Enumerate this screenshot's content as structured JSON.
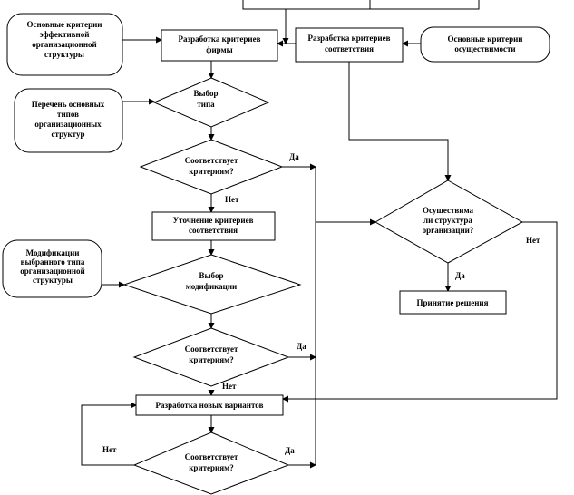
{
  "nodes": {
    "crit_effective": [
      "Основные критерии",
      "эффективной",
      "организационной",
      "структуры"
    ],
    "dev_firm": [
      "Разработка критериев",
      "фирмы"
    ],
    "dev_match": [
      "Разработка критериев",
      "соответствия"
    ],
    "crit_feasibility": [
      "Основные критерии",
      "осуществимости"
    ],
    "list_types": [
      "Перечень основных",
      "типов",
      "организационных",
      "структур"
    ],
    "choose_type": [
      "Выбор",
      "типа"
    ],
    "match_1": [
      "Соответствует",
      "критериям?"
    ],
    "yes_1": "Да",
    "no_1": "Нет",
    "refine": [
      "Уточнение критериев",
      "соответствия"
    ],
    "modif": [
      "Модификации",
      "выбранного типа",
      "организационной",
      "структуры"
    ],
    "choose_modif": [
      "Выбор",
      "модификации"
    ],
    "match_2": [
      "Соответствует",
      "критериям?"
    ],
    "yes_2": "Да",
    "no_2": "Нет",
    "feasible": [
      "Осуществима",
      "ли структура",
      "организации?"
    ],
    "yes_feasible": "Да",
    "no_feasible": "Нет",
    "decision": "Принятие решения",
    "new_variants": "Разработка новых вариантов",
    "match_3": [
      "Соответствует",
      "критериям?"
    ],
    "yes_3": "Да",
    "no_3": "Нет"
  }
}
